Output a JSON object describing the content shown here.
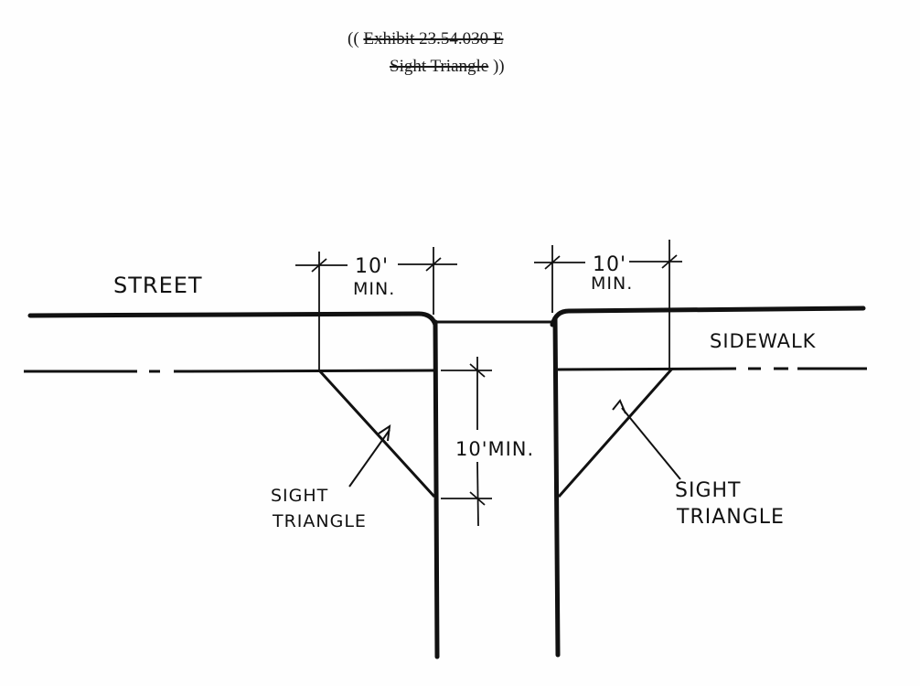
{
  "caption": {
    "open": "((",
    "line1": "Exhibit 23.54.030 E",
    "line2": "Sight Triangle",
    "close": "))"
  },
  "labels": {
    "street": "STREET",
    "sidewalk": "SIDEWALK",
    "dim_left_top": "10'",
    "dim_left_bottom": "MIN.",
    "dim_right_top": "10'",
    "dim_right_bottom": "MIN.",
    "dim_vertical": "10'MIN.",
    "sight_left_1": "SIGHT",
    "sight_left_2": "TRIANGLE",
    "sight_right_1": "SIGHT",
    "sight_right_2": "TRIANGLE"
  }
}
